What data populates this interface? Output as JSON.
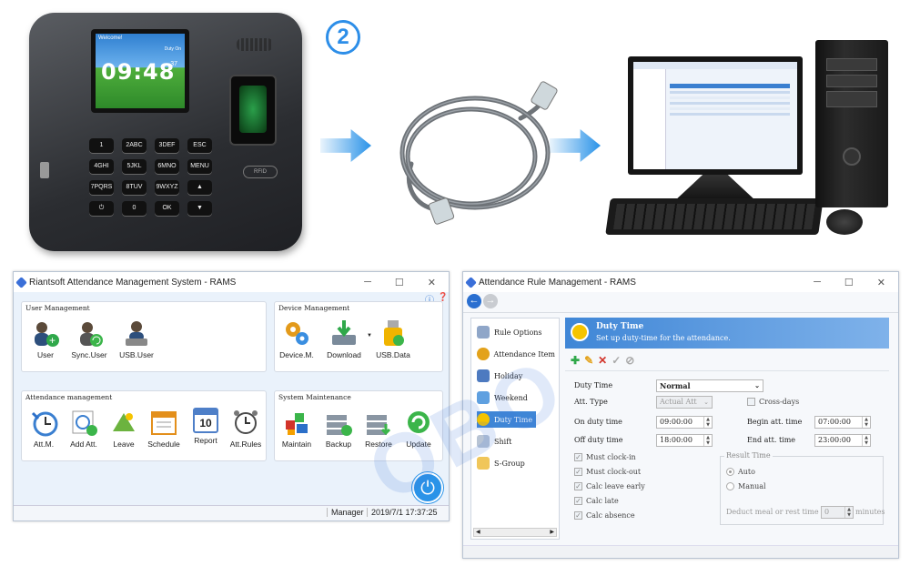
{
  "step_number": "2",
  "device": {
    "welcome": "Welcome!",
    "duty": "Duty On",
    "time": "09:48",
    "seconds": "37",
    "rfid": "RFID",
    "keys": [
      "1",
      "2ABC",
      "3DEF",
      "ESC",
      "4GHI",
      "5JKL",
      "6MNO",
      "MENU",
      "7PQRS",
      "8TUV",
      "9WXYZ",
      "▲",
      "⏻",
      "0",
      "OK",
      "▼"
    ]
  },
  "rams": {
    "title": "Riantsoft Attendance Management System - RAMS",
    "help_icon": "info-icon",
    "sections": {
      "user": "User Management",
      "device": "Device Management",
      "attendance": "Attendance management",
      "system": "System Maintenance"
    },
    "user_tools": [
      "User",
      "Sync.User",
      "USB.User"
    ],
    "device_tools": [
      "Device.M.",
      "Download",
      "USB.Data"
    ],
    "att_tools": [
      "Att.M.",
      "Add Att.",
      "Leave",
      "Schedule",
      "Report",
      "Att.Rules"
    ],
    "sys_tools": [
      "Maintain",
      "Backup",
      "Restore",
      "Update"
    ],
    "report_day": "10",
    "status": {
      "user": "Manager",
      "datetime": "2019/7/1 17:37:25"
    }
  },
  "rules": {
    "title": "Attendance Rule Management - RAMS",
    "sidebar": [
      "Rule Options",
      "Attendance Item",
      "Holiday",
      "Weekend",
      "Duty Time",
      "Shift",
      "S-Group"
    ],
    "selected": "Duty Time",
    "header": {
      "title": "Duty Time",
      "subtitle": "Set up duty-time for the attendance."
    },
    "form": {
      "duty_time_label": "Duty Time",
      "duty_time_value": "Normal",
      "att_type_label": "Att. Type",
      "att_type_value": "Actual Att",
      "cross_days": "Cross-days",
      "on_duty_label": "On duty time",
      "on_duty_value": "09:00:00",
      "off_duty_label": "Off duty time",
      "off_duty_value": "18:00:00",
      "begin_label": "Begin att. time",
      "begin_value": "07:00:00",
      "end_label": "End att. time",
      "end_value": "23:00:00"
    },
    "checks": [
      "Must clock-in",
      "Must clock-out",
      "Calc leave early",
      "Calc late",
      "Calc absence"
    ],
    "result": {
      "title": "Result Time",
      "auto": "Auto",
      "manual": "Manual",
      "deduct_label": "Deduct meal or rest time",
      "deduct_value": "0",
      "unit": "minutes"
    }
  },
  "watermark": "OBO",
  "colors": {
    "accent": "#2a93e8",
    "panel_bg": "#dce9f8",
    "header_bg": "#3f86d6"
  }
}
